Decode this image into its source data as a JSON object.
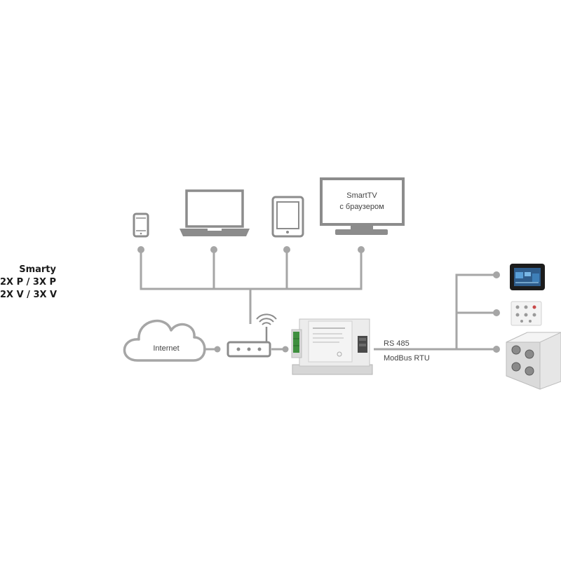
{
  "product": {
    "name": "Smarty",
    "models_line1": "2X P / 3X P",
    "models_line2": "2X V / 3X V"
  },
  "devices": {
    "smarttv_line1": "SmartTV",
    "smarttv_line2": "с браузером"
  },
  "cloud_label": "Internet",
  "bus": {
    "protocol_line1": "RS 485",
    "protocol_line2": "ModBus RTU"
  },
  "colors": {
    "line": "#a6a6a6",
    "device_stroke": "#8c8c8c",
    "text": "#444444",
    "label_text": "#1a1a1a"
  }
}
